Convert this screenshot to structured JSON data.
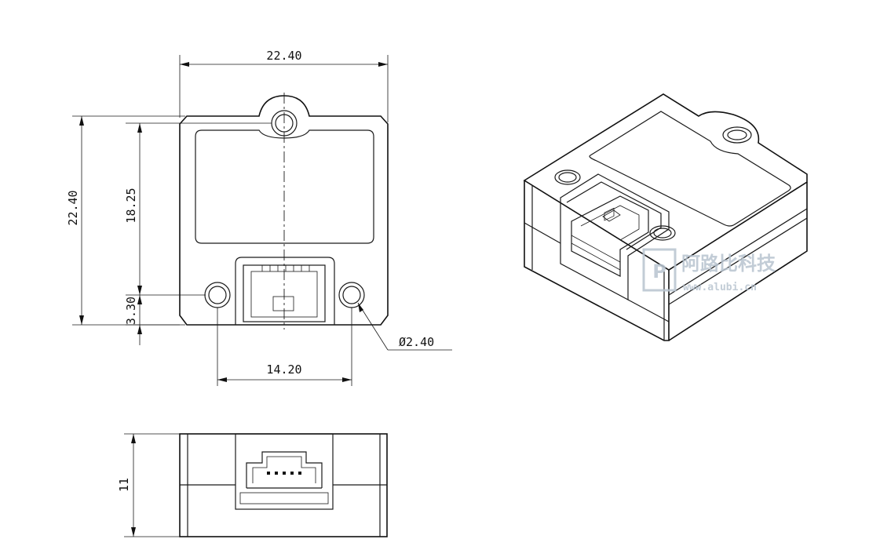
{
  "dimensions": {
    "overall_width": "22.40",
    "overall_height": "22.40",
    "inner_height": "18.25",
    "hole_offset": "3.30",
    "hole_spacing": "14.20",
    "hole_diameter": "Ø2.40",
    "thickness": "11"
  },
  "watermark": {
    "name": "阿路比科技",
    "url": "www.alubi.cn",
    "logo_glyph": "P"
  }
}
